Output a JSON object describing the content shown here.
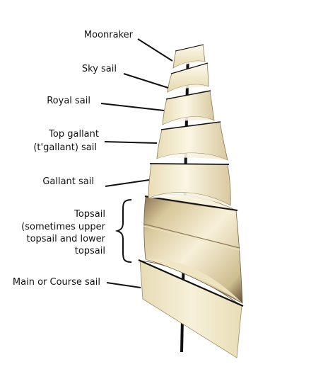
{
  "labels": {
    "moonraker": "Moonraker",
    "sky_sail": "Sky sail",
    "royal_sail": "Royal sail",
    "top_gallant_line1": "Top gallant",
    "top_gallant_line2": "(t'gallant) sail",
    "gallant_sail": "Gallant sail",
    "topsail_line1": "Topsail",
    "topsail_line2": "(sometimes upper",
    "topsail_line3": "topsail and lower",
    "topsail_line4": "topsail",
    "main_course": "Main or Course sail"
  },
  "colors": {
    "sail_light": "#fbf6e2",
    "sail_mid": "#ece0bb",
    "sail_dark": "#6e5a3e",
    "mast": "#111111",
    "rigging": "#2a2a2a"
  }
}
